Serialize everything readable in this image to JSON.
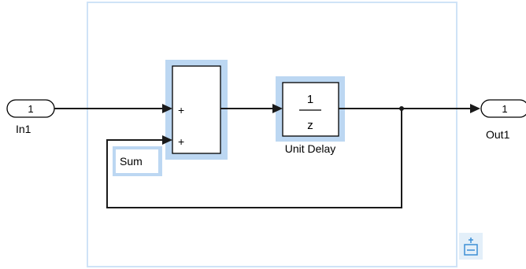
{
  "diagram": {
    "inport": {
      "number": "1",
      "name": "In1"
    },
    "outport": {
      "number": "1",
      "name": "Out1"
    },
    "sum": {
      "name": "Sum",
      "sign_top": "+",
      "sign_bottom": "+"
    },
    "unit_delay": {
      "numerator": "1",
      "denominator": "z",
      "name": "Unit Delay"
    },
    "icons": {
      "subsystem": "subsystem-badge-icon"
    }
  },
  "colors": {
    "selection_frame": "#cfe3f7",
    "block_highlight": "#bcd7f2",
    "badge": "#3d8fd6",
    "wire": "#1a1a1a"
  }
}
